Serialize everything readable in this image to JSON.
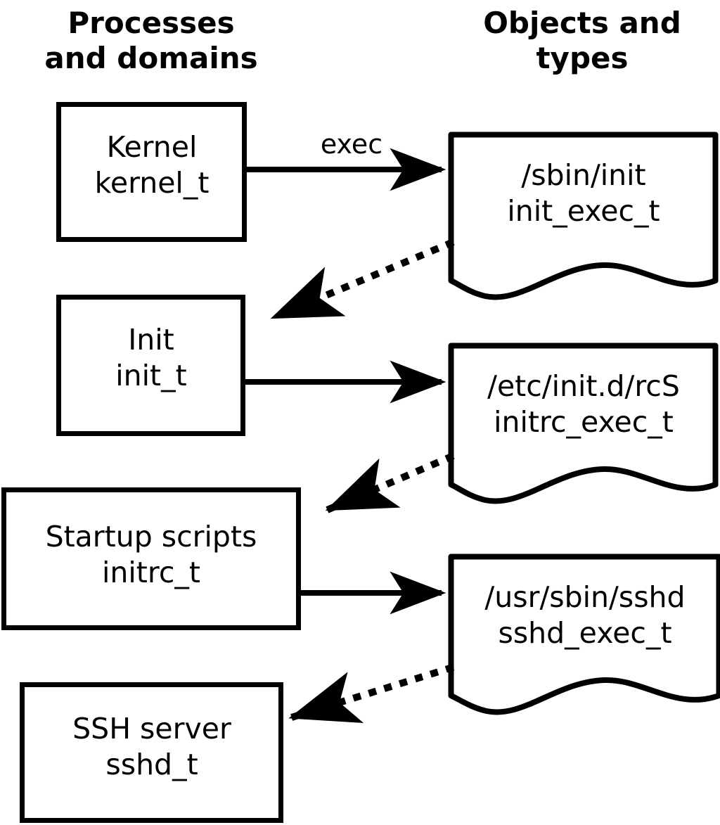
{
  "headers": {
    "left": "Processes\nand domains",
    "right": "Objects and\ntypes"
  },
  "colors": {
    "stroke": "#000000",
    "fill": "#ffffff",
    "background": "#ffffff"
  },
  "process_nodes": [
    {
      "id": "kernel",
      "title": "Kernel",
      "type": "kernel_t"
    },
    {
      "id": "init",
      "title": "Init",
      "type": "init_t"
    },
    {
      "id": "initrc",
      "title": "Startup scripts",
      "type": "initrc_t"
    },
    {
      "id": "sshd",
      "title": "SSH server",
      "type": "sshd_t"
    }
  ],
  "object_nodes": [
    {
      "id": "init-exec",
      "path": "/sbin/init",
      "type": "init_exec_t"
    },
    {
      "id": "initrc-exec",
      "path": "/etc/init.d/rcS",
      "type": "initrc_exec_t"
    },
    {
      "id": "sshd-exec",
      "path": "/usr/sbin/sshd",
      "type": "sshd_exec_t"
    }
  ],
  "edges": [
    {
      "id": "kernel-exec-init",
      "from": "kernel",
      "to": "init-exec",
      "style": "solid",
      "label": "exec"
    },
    {
      "id": "init-exec-to-init",
      "from": "init-exec",
      "to": "init",
      "style": "dotted",
      "label": ""
    },
    {
      "id": "init-exec-initrc",
      "from": "init",
      "to": "initrc-exec",
      "style": "solid",
      "label": ""
    },
    {
      "id": "initrc-exec-to-initrc",
      "from": "initrc-exec",
      "to": "initrc",
      "style": "dotted",
      "label": ""
    },
    {
      "id": "initrc-exec-sshd",
      "from": "initrc",
      "to": "sshd-exec",
      "style": "solid",
      "label": ""
    },
    {
      "id": "sshd-exec-to-sshd",
      "from": "sshd-exec",
      "to": "sshd",
      "style": "dotted",
      "label": ""
    }
  ]
}
